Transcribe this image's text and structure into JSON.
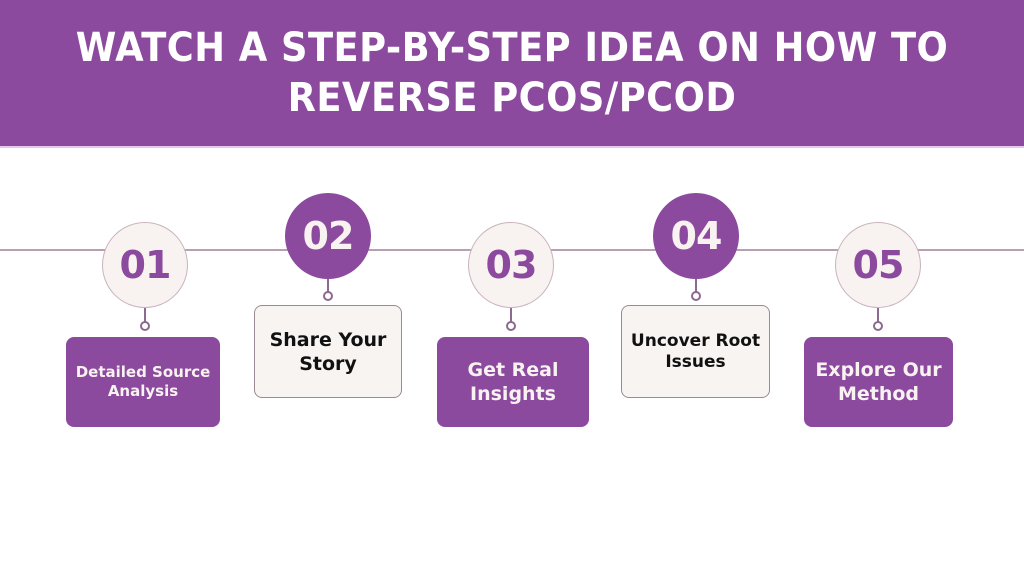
{
  "header": {
    "title": "Watch a Step-by-Step Idea on How to Reverse PCOS/PCOD"
  },
  "colors": {
    "brand_purple": "#8c4a9f",
    "cream": "#f8f2f0",
    "timeline": "#b99fb2",
    "dark_text": "#111111"
  },
  "steps": [
    {
      "number": "01",
      "label": "Detailed Source Analysis",
      "style": "light-circle-dark-box"
    },
    {
      "number": "02",
      "label": "Share Your Story",
      "style": "dark-circle-light-box"
    },
    {
      "number": "03",
      "label": "Get Real Insights",
      "style": "light-circle-dark-box"
    },
    {
      "number": "04",
      "label": "Uncover Root Issues",
      "style": "dark-circle-light-box"
    },
    {
      "number": "05",
      "label": "Explore Our Method",
      "style": "light-circle-dark-box"
    }
  ]
}
